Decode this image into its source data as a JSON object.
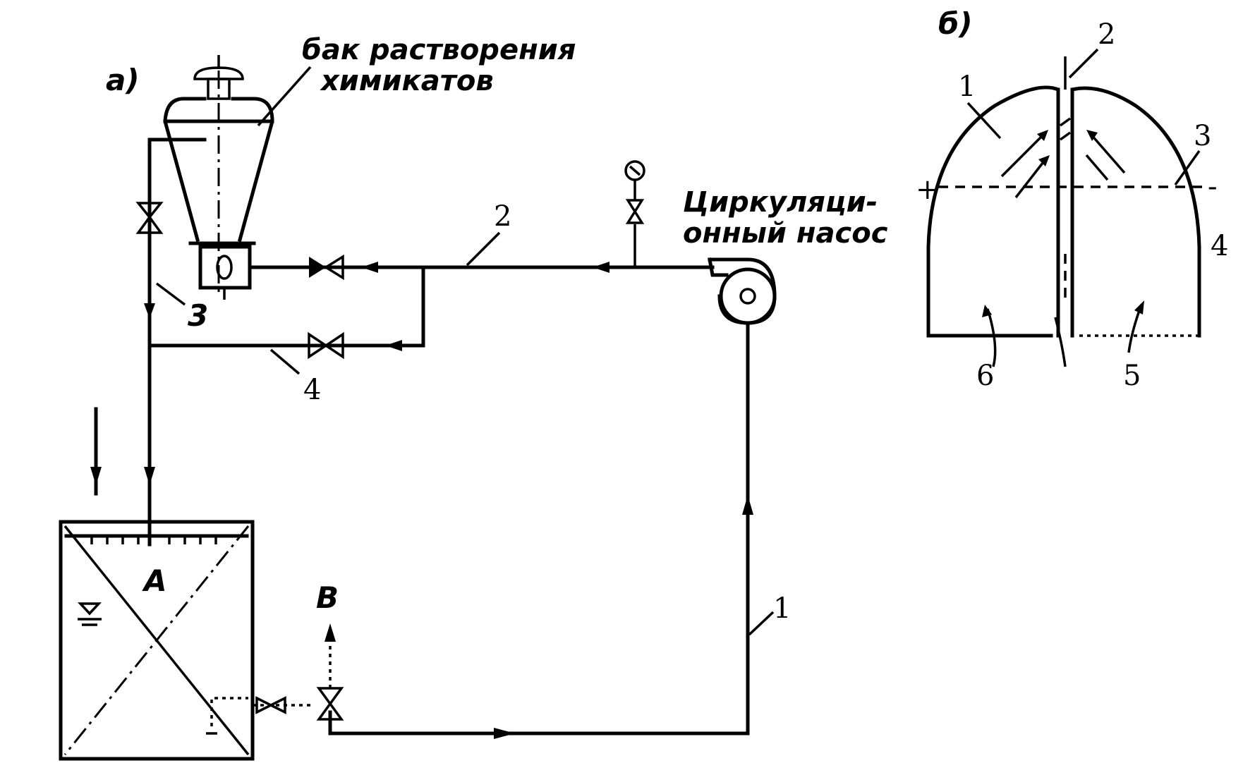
{
  "panel_a": {
    "tag": "а)",
    "tank_label_line1": "бак растворения",
    "tank_label_line2": "химикатов",
    "pump_label_line1": "Циркуляци-",
    "pump_label_line2": "онный насос",
    "vessel_letter": "A",
    "outlet_letter": "В",
    "line_1": "1",
    "line_2": "2",
    "line_3": "3",
    "line_4": "4"
  },
  "panel_b": {
    "tag": "б)",
    "n1": "1",
    "n2": "2",
    "n3": "3",
    "n4": "4",
    "n5": "5",
    "n6": "6",
    "plus_left": "+",
    "minus_right": "-"
  }
}
